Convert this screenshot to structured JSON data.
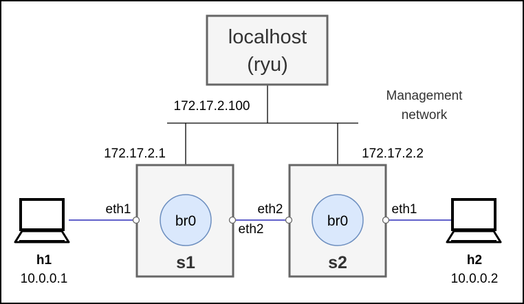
{
  "controller": {
    "name": "localhost",
    "subtitle": "(ryu)",
    "ip": "172.17.2.100"
  },
  "management_network": {
    "label_line1": "Management",
    "label_line2": "network"
  },
  "switches": [
    {
      "name": "s1",
      "bridge": "br0",
      "mgmt_ip": "172.17.2.1",
      "left_port": "eth1",
      "right_port": "eth2"
    },
    {
      "name": "s2",
      "bridge": "br0",
      "mgmt_ip": "172.17.2.2",
      "left_port": "eth2",
      "right_port": "eth1"
    }
  ],
  "hosts": [
    {
      "name": "h1",
      "ip": "10.0.0.1"
    },
    {
      "name": "h2",
      "ip": "10.0.0.2"
    }
  ],
  "colors": {
    "box_fill": "#f5f5f5",
    "box_stroke": "#666666",
    "bridge_fill": "#dae8fc",
    "bridge_stroke": "#6c8ebf",
    "data_link": "#0000aa",
    "mgmt_line": "#000000",
    "text": "#000000",
    "muted_text": "#333333"
  },
  "icons": {
    "host": "computer-icon"
  }
}
